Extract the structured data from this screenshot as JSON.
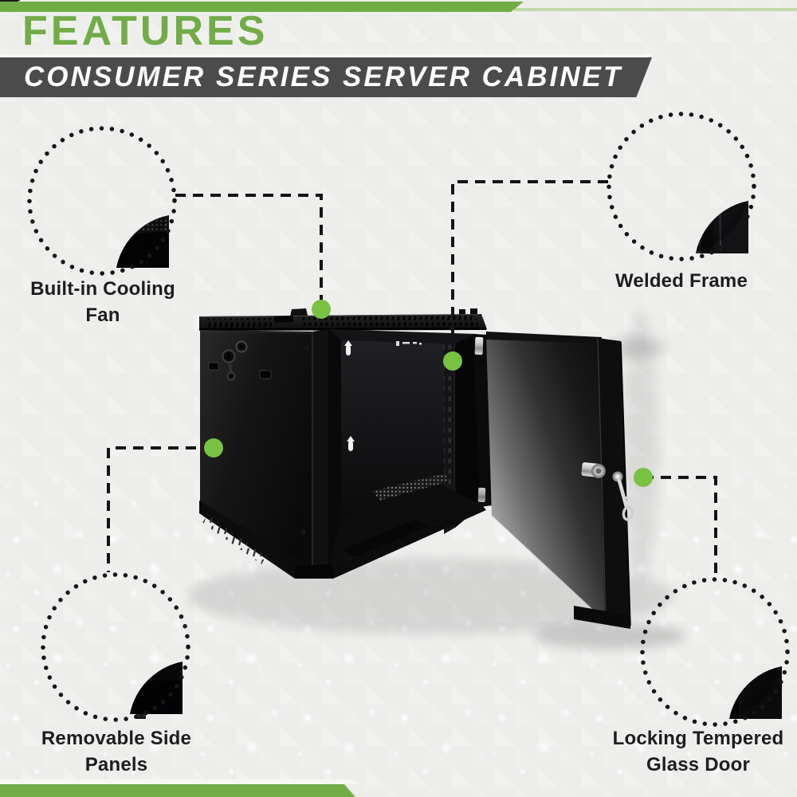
{
  "header": {
    "title": "FEATURES",
    "subtitle": "CONSUMER SERIES SERVER CABINET"
  },
  "features": [
    {
      "id": "cooling-fan",
      "label": "Built-in Cooling Fan"
    },
    {
      "id": "welded-frame",
      "label": "Welded Frame"
    },
    {
      "id": "side-panels",
      "label": "Removable Side Panels"
    },
    {
      "id": "glass-door",
      "label": "Locking Tempered Glass Door"
    }
  ],
  "colors": {
    "accent_green": "#72AC47",
    "connector_dot_green": "#79C143",
    "banner_gray": "#4B4B4B",
    "connector_line": "#141414",
    "label_text": "#1D1D1D"
  }
}
